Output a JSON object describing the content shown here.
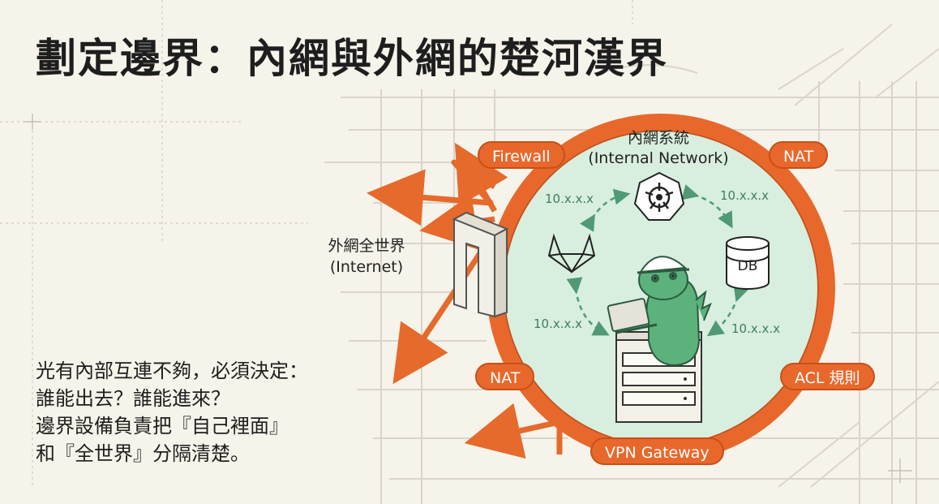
{
  "title": "劃定邊界：內網與外網的楚河漢界",
  "internet": {
    "name": "外網全世界",
    "sub": "(Internet)"
  },
  "internal": {
    "name": "內網系統",
    "sub": "(Internal Network)"
  },
  "ip_labels": [
    "10.x.x.x",
    "10.x.x.x",
    "10.x.x.x",
    "10.x.x.x"
  ],
  "boundary_tags": {
    "firewall": "Firewall",
    "nat_top": "NAT",
    "nat_left": "NAT",
    "acl": "ACL 規則",
    "vpn": "VPN Gateway"
  },
  "nodes": {
    "kubernetes": "kubernetes-icon",
    "gitlab": "gitlab-icon",
    "database": "DB",
    "mascot": "dinosaur-mascot-with-helmet",
    "server": "server-rack-icon"
  },
  "description": [
    "光有內部互連不夠，必須決定：",
    "誰能出去？誰能進來？",
    "邊界設備負責把『自己裡面』",
    "和『全世界』分隔清楚。"
  ],
  "colors": {
    "background": "#f6f3ea",
    "ring": "#e8682c",
    "inner_fill": "#d8eedf",
    "arrow": "#e56a2c",
    "ip_text": "#3f7d62",
    "mascot": "#5bb27b"
  }
}
